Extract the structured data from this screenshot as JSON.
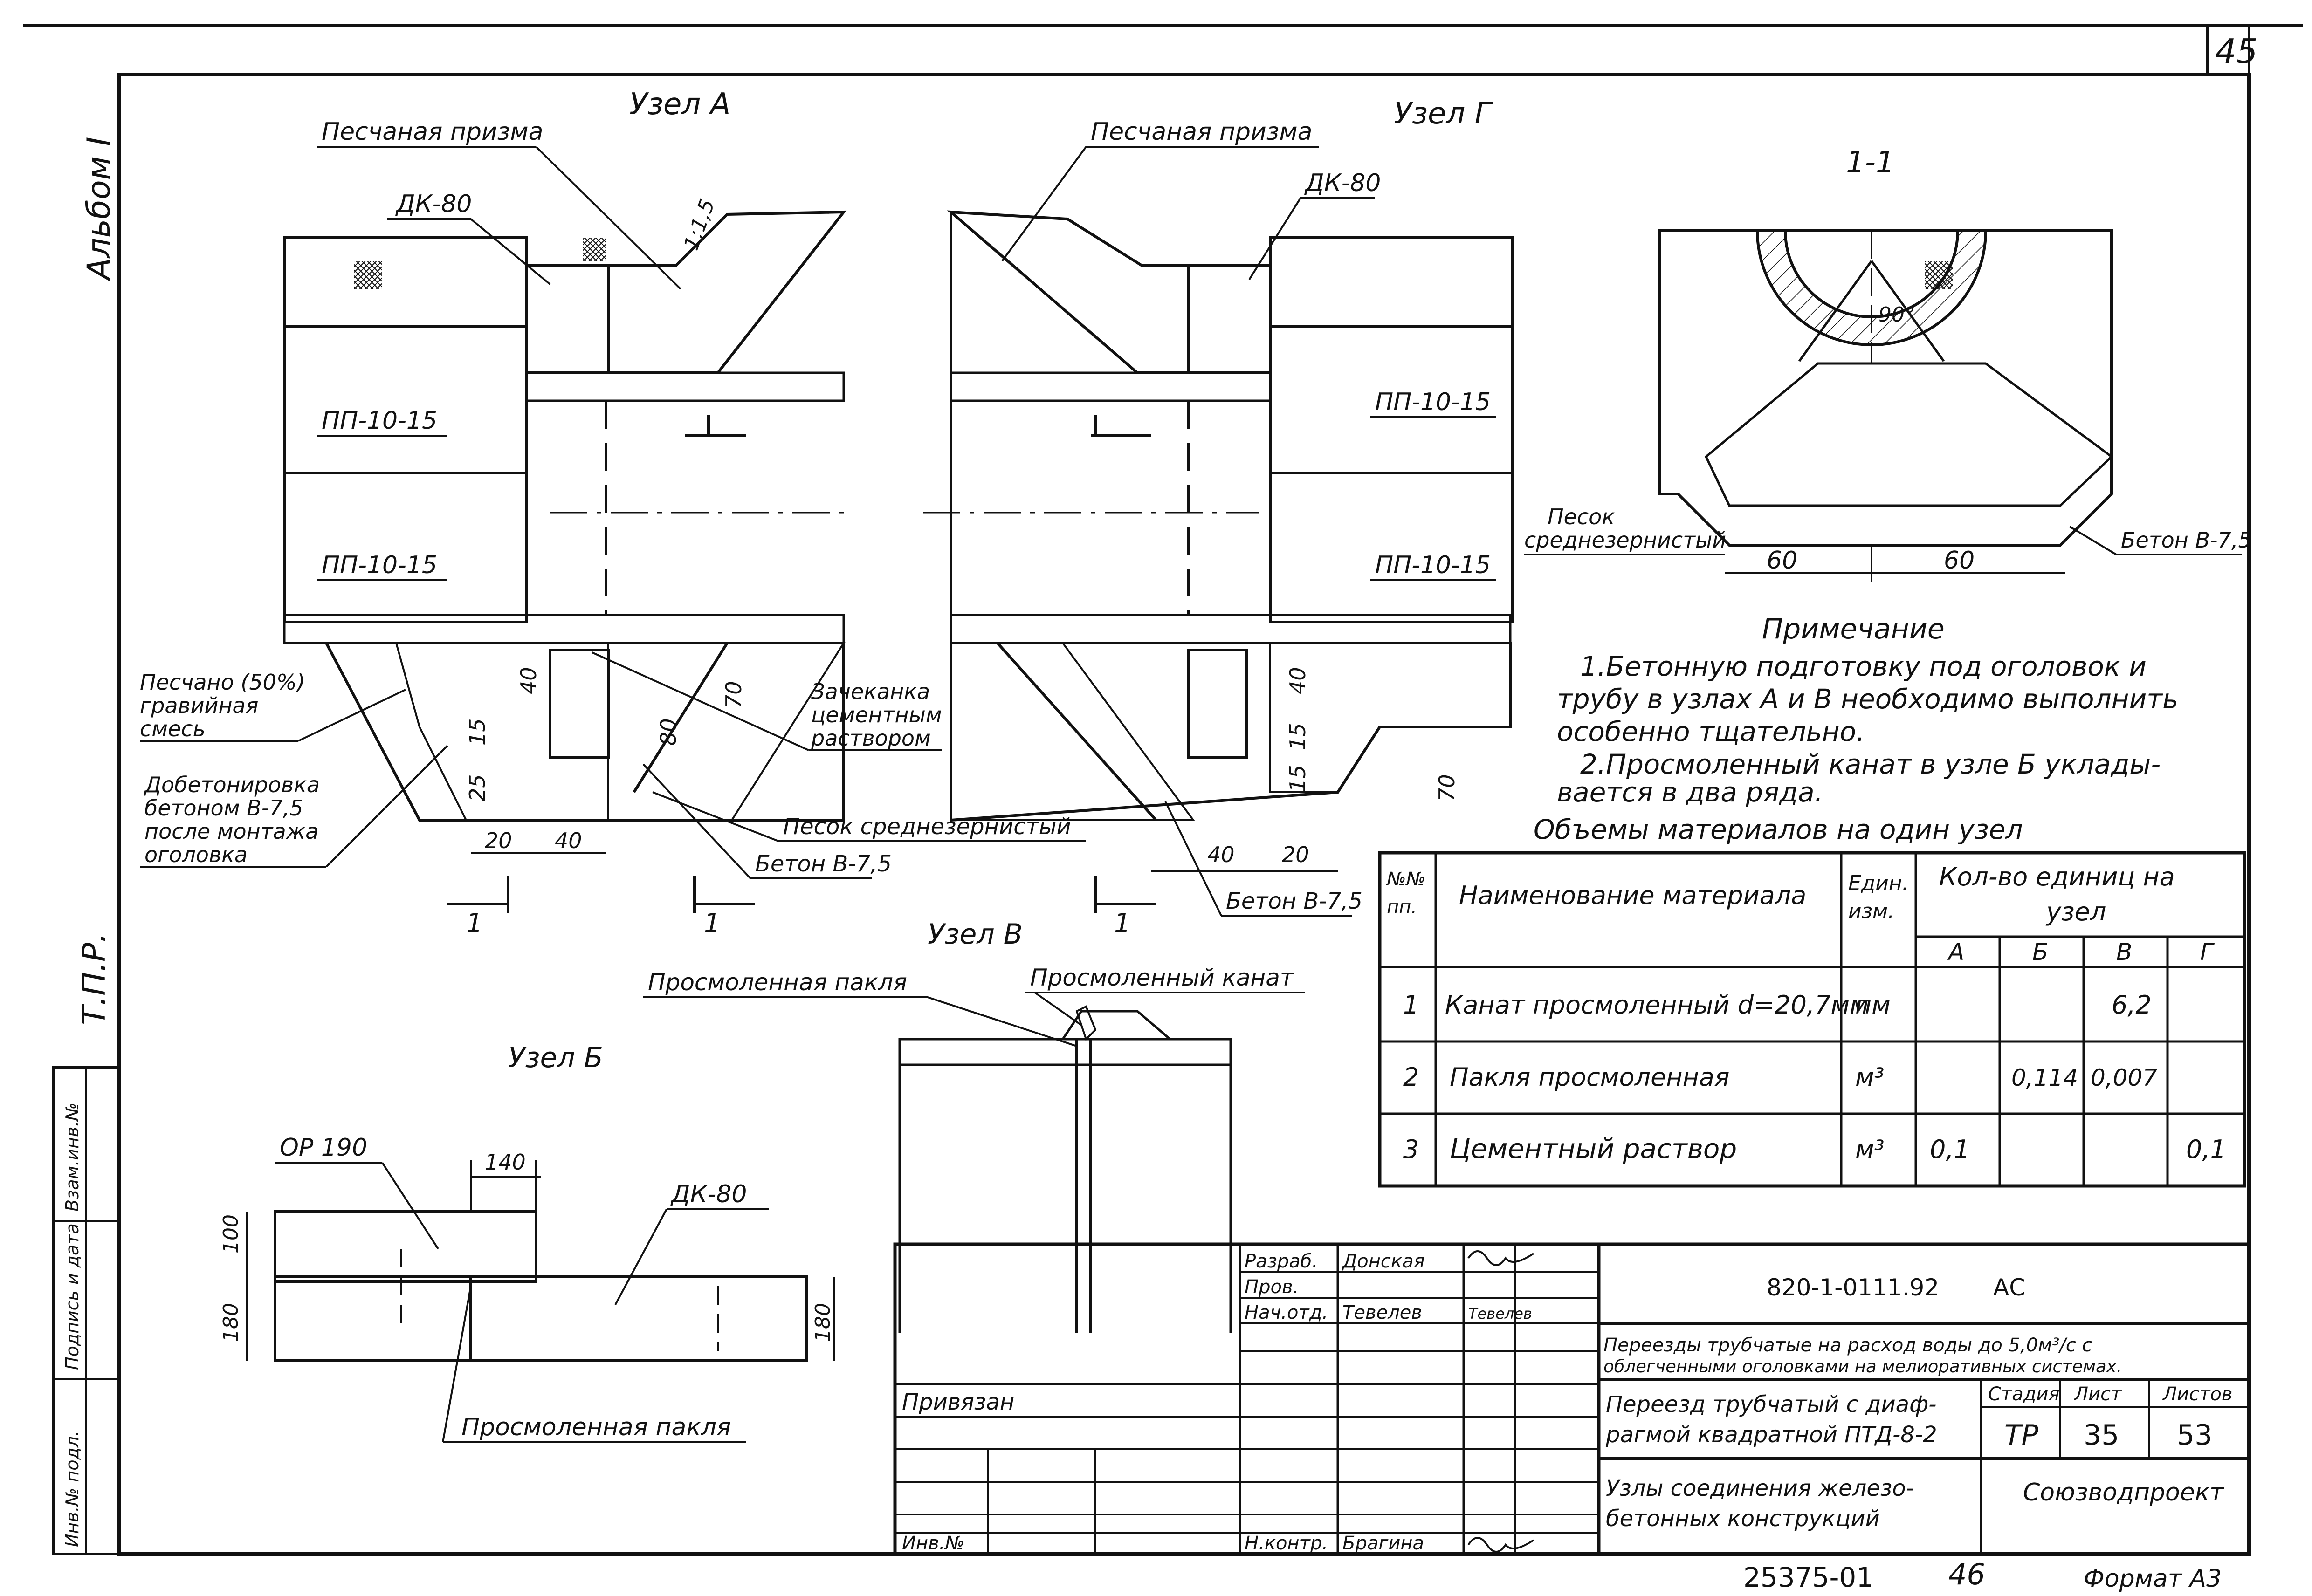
{
  "sheet_number": "45",
  "album_label": "Альбом I",
  "tpr_label": "Т.П.Р.",
  "sidebar_stamps": [
    "Инв.№ подл.",
    "Подпись и дата",
    "Взам.инв.№"
  ],
  "node_a": {
    "title": "Узел А",
    "labels": {
      "sand_prism": "Песчаная призма",
      "dk80": "ДК-80",
      "slope": "1:1,5",
      "pp1": "ПП-10-15",
      "pp2": "ПП-10-15",
      "sand_gravel": "Песчано (50%) гравийная смесь",
      "concreting": "Добетонировка бетоном В-7,5 после монтажа оголовка",
      "caulking": "Зачеканка цементным раствором",
      "sand_medium": "Песок среднезернистый",
      "concrete": "Бетон В-7,5",
      "dim_40": "40",
      "dim_15": "15",
      "dim_25": "25",
      "dim_80": "80",
      "dim_70": "70",
      "dim_20": "20",
      "dim_40b": "40",
      "section_mark": "1"
    }
  },
  "node_g": {
    "title": "Узел Г",
    "labels": {
      "sand_prism": "Песчаная призма",
      "dk80": "ДК-80",
      "pp1": "ПП-10-15",
      "pp2": "ПП-10-15",
      "concrete": "Бетон В-7,5",
      "dim_40": "40",
      "dim_15a": "15",
      "dim_15b": "15",
      "dim_70": "70",
      "dim_40b": "40",
      "dim_20": "20",
      "section_mark": "1"
    }
  },
  "section_11": {
    "title": "1-1",
    "angle": "90°",
    "sand_label": "Песок среднезернистый",
    "concrete_label": "Бетон В-7,5",
    "dim_left": "60",
    "dim_right": "60"
  },
  "node_v": {
    "title": "Узел В",
    "tarred_tow": "Просмоленная пакля",
    "tarred_rope": "Просмоленный канат"
  },
  "node_b": {
    "title": "Узел Б",
    "op190": "ОР 190",
    "dk80": "ДК-80",
    "dim_140": "140",
    "dim_100": "100",
    "dim_180a": "180",
    "dim_180b": "180",
    "tarred_tow": "Просмоленная пакля"
  },
  "note": {
    "heading": "Примечание",
    "lines": [
      "1.Бетонную подготовку под оголовок и",
      "трубу в узлах А и В необходимо выполнить",
      "особенно тщательно.",
      "2.Просмоленный канат в узле Б уклады-",
      "вается в два ряда."
    ]
  },
  "materials": {
    "title": "Объемы материалов на один узел",
    "headers": {
      "num": "№№ пп.",
      "name": "Наименование материала",
      "unit": "Един. изм.",
      "qty": "Кол-во единиц на узел",
      "cols": [
        "А",
        "Б",
        "В",
        "Г"
      ]
    },
    "rows": [
      {
        "num": "1",
        "name": "Канат просмоленный d=20,7мм",
        "unit": "пм",
        "a": "",
        "b": "",
        "v": "6,2",
        "g": ""
      },
      {
        "num": "2",
        "name": "Пакля просмоленная",
        "unit": "м³",
        "a": "",
        "b": "0,114",
        "v": "0,007",
        "g": ""
      },
      {
        "num": "3",
        "name": "Цементный раствор",
        "unit": "м³",
        "a": "0,1",
        "b": "",
        "v": "",
        "g": "0,1"
      }
    ]
  },
  "title_block": {
    "roles": [
      "Разраб.",
      "Пров.",
      "Нач.отд.",
      "",
      "",
      "",
      "",
      "Н.контр."
    ],
    "names": [
      "Донская",
      "",
      "Тевелев",
      "",
      "",
      "",
      "",
      "Брагина"
    ],
    "signatures": [
      "",
      "",
      "Тевелев",
      "",
      "",
      "",
      "",
      ""
    ],
    "attached": "Привязан",
    "inv": "Инв.№",
    "code": "820-1-0111.92",
    "code_suffix": "АС",
    "project": "Переезды трубчатые на расход воды до 5,0м³/с с облегченными оголовками на мелиоративных системах.",
    "object": "Переезд трубчатый с диафрагмой квадратной ПТД-8-2",
    "sheet_title": "Узлы соединения железобетонных конструкций",
    "stage_label": "Стадия",
    "sheet_label": "Лист",
    "sheets_label": "Листов",
    "stage": "ТР",
    "sheet": "35",
    "sheets": "53",
    "org": "Союзводпроект"
  },
  "footer": {
    "archive": "25375-01",
    "page": "46",
    "format": "Формат А3"
  }
}
